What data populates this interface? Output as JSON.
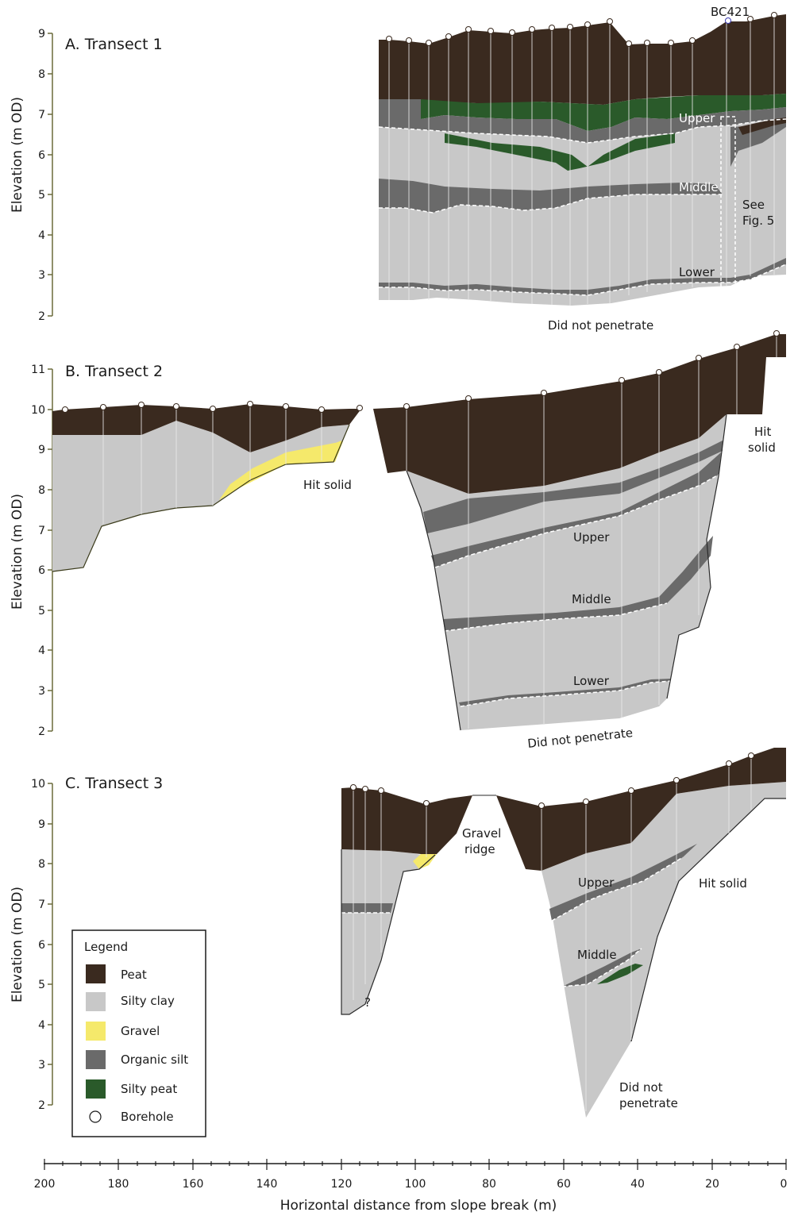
{
  "colors": {
    "peat": "#3a2a1f",
    "silty_clay": "#c8c8c8",
    "gravel": "#f5e96b",
    "organic_silt": "#6a6a6a",
    "silty_peat": "#2a5a2a",
    "axis": "#6b6b3c"
  },
  "panels": [
    {
      "title": "A. Transect 1",
      "ylabel": "Elevation (m OD)",
      "yticks": [
        "9",
        "8",
        "7",
        "6",
        "5",
        "4",
        "3",
        "2"
      ],
      "labels": {
        "bc421": "BC421",
        "upper": "Upper",
        "middle": "Middle",
        "lower": "Lower",
        "see1": "See",
        "see2": "Fig. 5",
        "dnp": "Did not penetrate"
      }
    },
    {
      "title": "B. Transect 2",
      "ylabel": "Elevation (m OD)",
      "yticks": [
        "11",
        "10",
        "9",
        "8",
        "7",
        "6",
        "5",
        "4",
        "3",
        "2"
      ],
      "labels": {
        "hit_solid": "Hit solid",
        "hit": "Hit",
        "solid": "solid",
        "upper": "Upper",
        "middle": "Middle",
        "lower": "Lower",
        "dnp": "Did not penetrate"
      }
    },
    {
      "title": "C. Transect 3",
      "ylabel": "Elevation (m OD)",
      "yticks": [
        "10",
        "9",
        "8",
        "7",
        "6",
        "5",
        "4",
        "3",
        "2"
      ],
      "labels": {
        "gravel1": "Gravel",
        "gravel2": "ridge",
        "upper": "Upper",
        "middle": "Middle",
        "hit_solid": "Hit solid",
        "q": "?",
        "dnp1": "Did not",
        "dnp2": "penetrate"
      }
    }
  ],
  "legend": {
    "title": "Legend",
    "items": [
      {
        "label": "Peat",
        "swatch": "peat"
      },
      {
        "label": "Silty clay",
        "swatch": "silty_clay"
      },
      {
        "label": "Gravel",
        "swatch": "gravel"
      },
      {
        "label": "Organic silt",
        "swatch": "organic_silt"
      },
      {
        "label": "Silty peat",
        "swatch": "silty_peat"
      },
      {
        "label": "Borehole",
        "swatch": "borehole"
      }
    ]
  },
  "x_axis": {
    "label": "Horizontal distance from slope break (m)",
    "ticks": [
      "200",
      "180",
      "160",
      "140",
      "120",
      "100",
      "80",
      "60",
      "40",
      "20",
      "0"
    ]
  }
}
